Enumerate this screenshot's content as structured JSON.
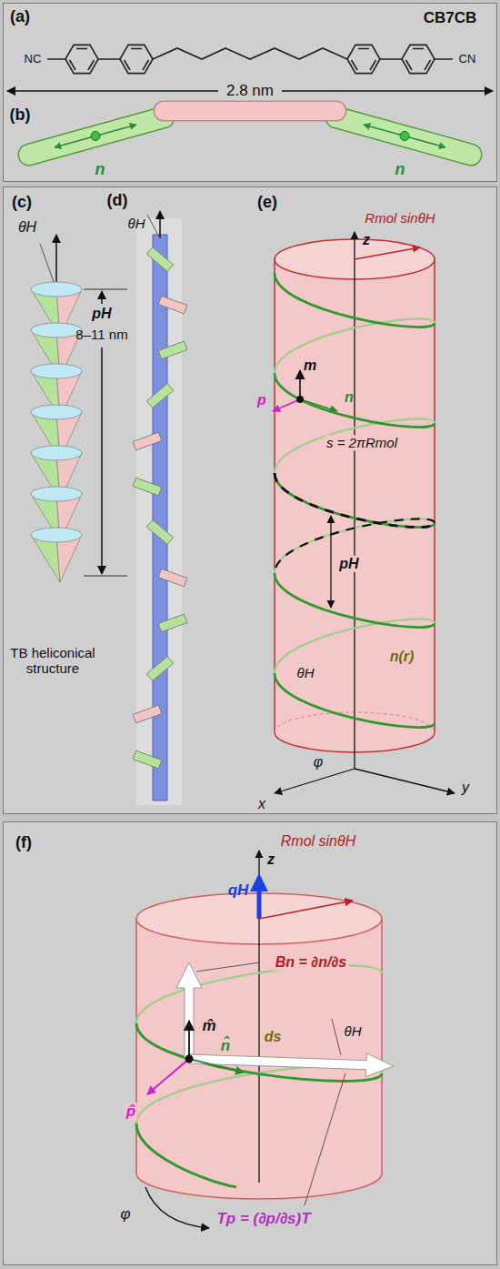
{
  "diagram": {
    "nodes": [
      {
        "text": [
          "(a)",
          "(b)"
        ]
      },
      {
        "text": [
          "(c)",
          "(d)",
          "(e)"
        ]
      },
      {
        "text": [
          "(f)"
        ]
      }
    ],
    "labels": [
      "CB7CB",
      "NC",
      "CN",
      "2.8 nm",
      "n",
      "n",
      "θH",
      "pH",
      "8–11 nm",
      "TB heliconical structure",
      "θH",
      "Rmol sinθH",
      "z",
      "m",
      "p",
      "n",
      "s = 2πRmol",
      "pH",
      "n(r)",
      "θH",
      "x",
      "φ",
      "y",
      "Rmol sinθH",
      "z",
      "qH",
      "Bn = ∂n/∂s",
      "ds",
      "θH",
      "m̂",
      "p̂",
      "n̂",
      "φ",
      "Tp = (∂p/∂s)T"
    ]
  }
}
